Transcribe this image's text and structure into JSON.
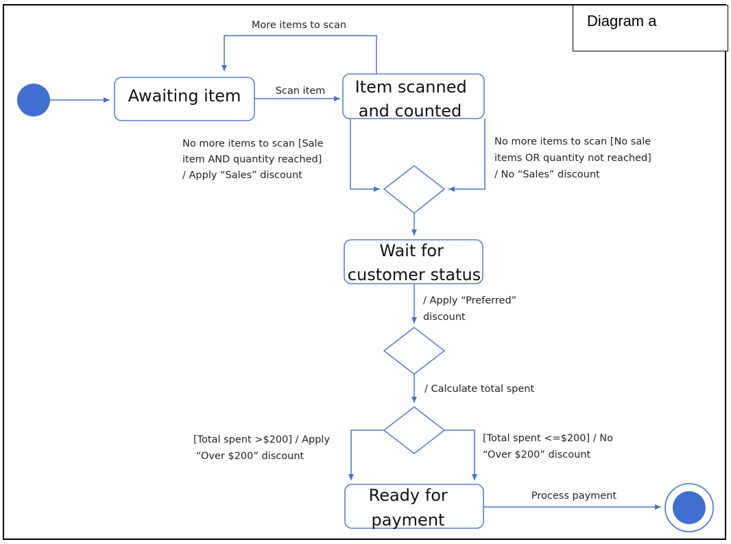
{
  "title": "Diagram a",
  "colors": {
    "line": "#4a72c4",
    "node_fill": "#3f6fd0",
    "box_stroke": "#5b7fc9",
    "text": "#222222"
  },
  "states": {
    "awaiting_item": [
      "Awaiting item"
    ],
    "item_scanned": [
      "Item scanned",
      "and counted"
    ],
    "wait_customer": [
      "Wait for",
      "customer status"
    ],
    "ready_payment": [
      "Ready for",
      "payment"
    ]
  },
  "transitions": {
    "more_items": [
      "More items to scan"
    ],
    "scan_item": [
      "Scan item"
    ],
    "sale_discount": [
      "No more items to scan [Sale",
      "item AND quantity reached]",
      "/ Apply “Sales” discount"
    ],
    "no_sale_discount": [
      "No more items to scan [No sale",
      "items OR quantity not reached]",
      "/ No “Sales” discount"
    ],
    "preferred": [
      "/ Apply “Preferred”",
      "discount"
    ],
    "calc_total": [
      "/ Calculate total spent"
    ],
    "over_200": [
      "[Total spent >$200] / Apply",
      "“Over $200” discount"
    ],
    "under_200": [
      "[Total spent <=$200] / No",
      "“Over $200” discount"
    ],
    "process_payment": [
      "Process payment"
    ]
  }
}
